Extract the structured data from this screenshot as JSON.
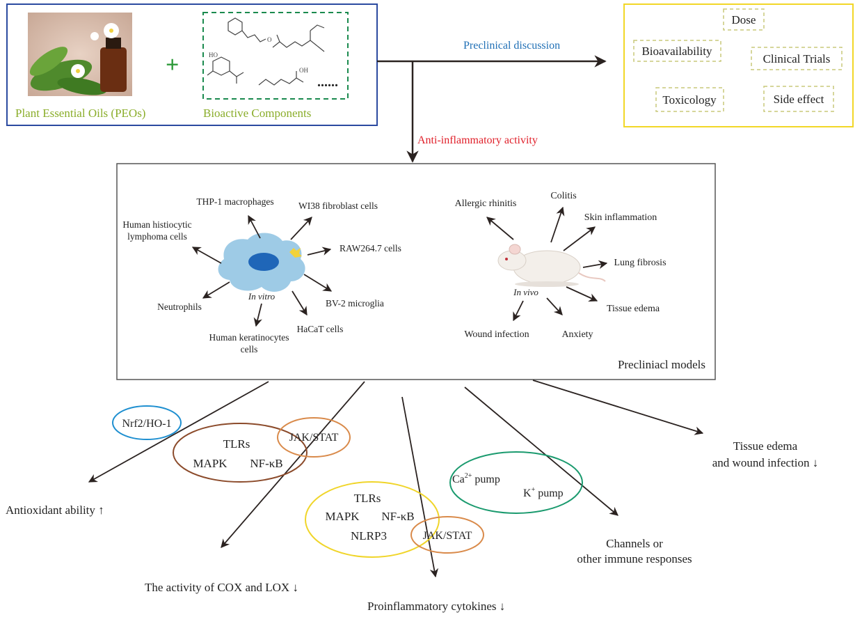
{
  "top": {
    "peos_label": "Plant Essential Oils (PEOs)",
    "plus": "+",
    "bioactive_label": "Bioactive Components",
    "ellipsis": "......",
    "mol_o": "O",
    "mol_ho": "HO",
    "mol_oh": "OH"
  },
  "flow": {
    "preclinical_discussion": "Preclinical discussion",
    "anti_inflammatory": "Anti-inflammatory activity"
  },
  "discussion": {
    "dose": "Dose",
    "bioavailability": "Bioavailability",
    "clinical_trials": "Clinical Trials",
    "toxicology": "Toxicology",
    "side_effect": "Side effect"
  },
  "in_vitro": {
    "label": "In vitro",
    "thp1": "THP-1 macrophages",
    "wi38": "WI38 fibroblast cells",
    "histio_line1": "Human histiocytic",
    "histio_line2": "lymphoma cells",
    "raw": "RAW264.7 cells",
    "bv2": "BV-2 microglia",
    "neutrophils": "Neutrophils",
    "hacat": "HaCaT cells",
    "kera_line1": "Human keratinocytes",
    "kera_line2": "cells"
  },
  "in_vivo": {
    "label": "In vivo",
    "allergic": "Allergic rhinitis",
    "colitis": "Colitis",
    "skin": "Skin inflammation",
    "lung": "Lung fibrosis",
    "edema": "Tissue edema",
    "anxiety": "Anxiety",
    "wound": "Wound infection"
  },
  "models_caption": "Precliniacl models",
  "mechanisms": {
    "nrf2": "Nrf2/HO-1",
    "tlrs": "TLRs",
    "mapk": "MAPK",
    "nfkb": "NF-κB",
    "jakstat": "JAK/STAT",
    "ca_pump": "Ca",
    "ca_sup": "2+",
    "ca_pump_suffix": " pump",
    "k_pump": "K",
    "k_sup": "+",
    "k_pump_suffix": " pump",
    "nlrp3": "NLRP3"
  },
  "outcomes": {
    "antioxidant": "Antioxidant ability ↑",
    "cox_lox": "The activity of COX and LOX  ↓",
    "cytokines": "Proinflammatory cytokines ↓",
    "channels_line1": "Channels or",
    "channels_line2": "other immune responses",
    "edema_line1": "Tissue edema",
    "edema_line2": "and wound infection ↓"
  },
  "colors": {
    "blue_box": "#2b4aa0",
    "green_text": "#8aad2a",
    "green_dash": "#1a8a4e",
    "yellow_box": "#f2d727",
    "dashed_tan": "#c8c87a",
    "blue_text": "#1f6fb5",
    "red_text": "#e0202a",
    "arrow": "#2a2220",
    "nrf2_ellipse": "#1e8fd0",
    "brown_ellipse": "#8b4a2a",
    "jak_ellipse": "#d98a4a",
    "teal_ellipse": "#1a9a6e",
    "yellow_ellipse": "#f0d52a",
    "cell": "#9ecbe6",
    "nucleus": "#1f66b8"
  }
}
